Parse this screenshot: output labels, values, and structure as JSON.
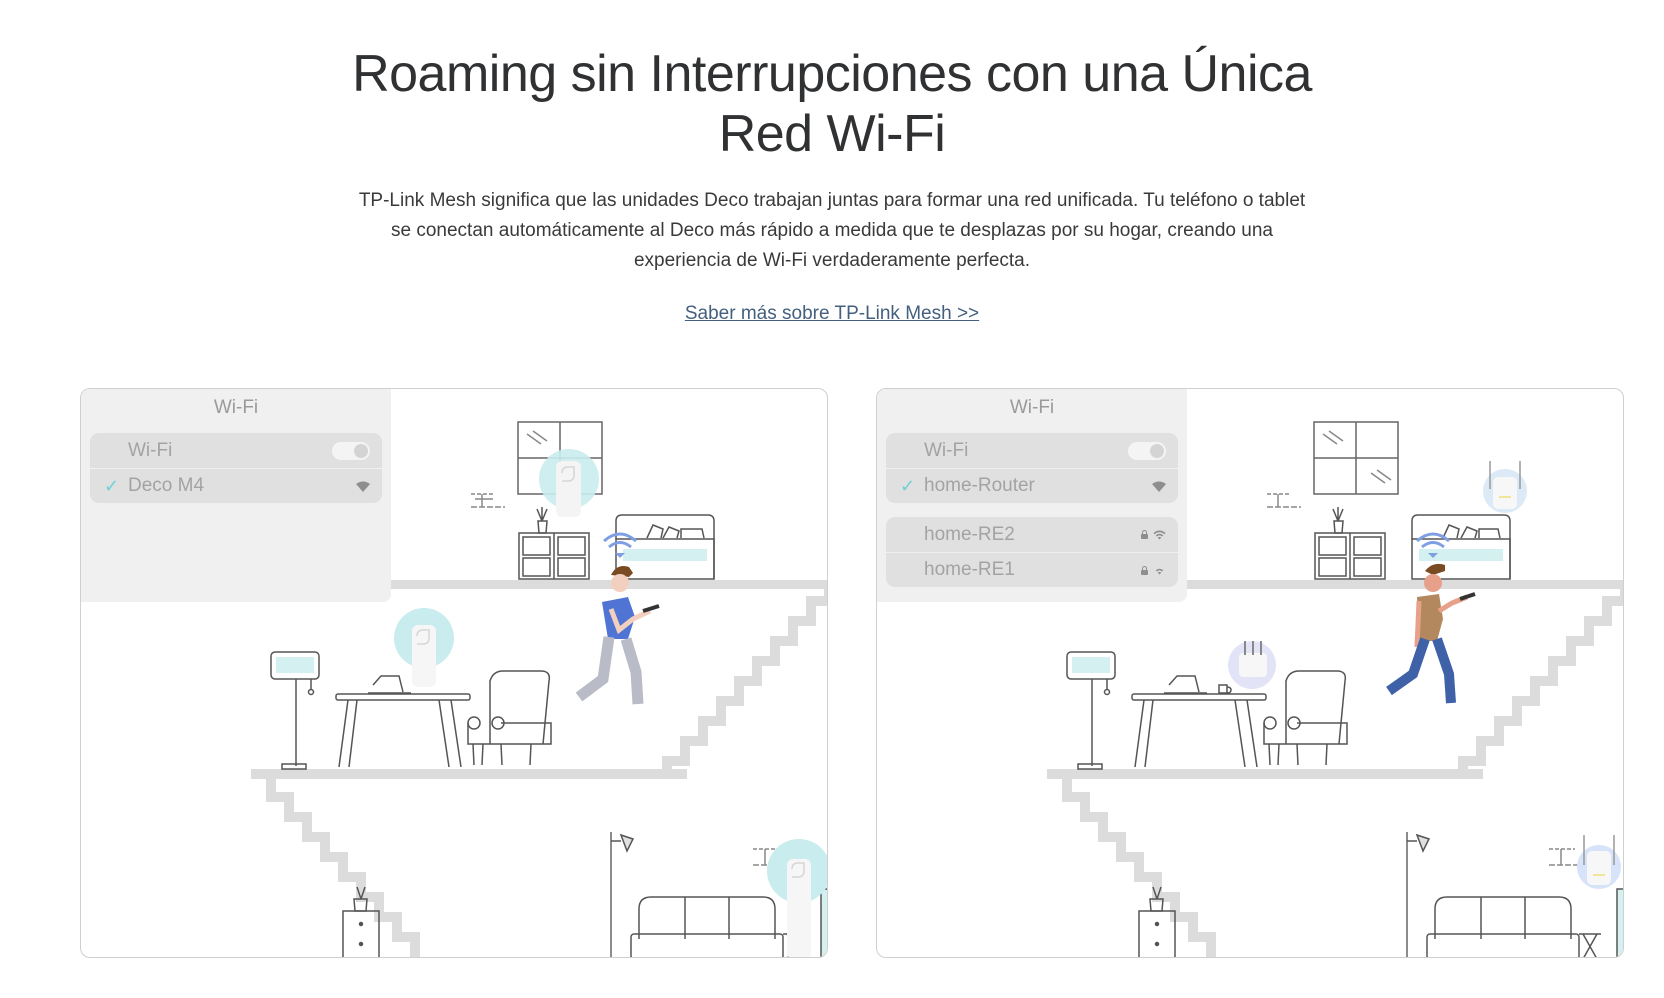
{
  "header": {
    "title_line1": "Roaming sin Interrupciones con una Única",
    "title_line2": "Red Wi-Fi",
    "description": "TP-Link Mesh significa que las unidades Deco trabajan juntas para formar una red unificada. Tu teléfono o tablet se conectan automáticamente al Deco más rápido a medida que te desplazas por su hogar, creando una experiencia de Wi-Fi verdaderamente perfecta.",
    "link_label": "Saber más sobre TP-Link Mesh >>"
  },
  "colors": {
    "link": "#44607f",
    "check": "#6fd0d6",
    "deco_glow": "#bfe9ec",
    "extender_glow": "#cfe0f7",
    "router_glow": "#dcdcf7",
    "floor": "#dcdcdc",
    "shirt_left": "#4f74d4",
    "shirt_right": "#b4885f",
    "pants_right": "#3e61a8"
  },
  "cards": [
    {
      "id": "deco",
      "wifi_panel": {
        "title": "Wi-Fi",
        "groups": [
          [
            {
              "label": "Wi-Fi",
              "type": "toggle",
              "checked": false
            },
            {
              "label": "Deco M4",
              "type": "network",
              "checked": true,
              "lock": false,
              "signal": "full"
            }
          ]
        ]
      }
    },
    {
      "id": "traditional",
      "wifi_panel": {
        "title": "Wi-Fi",
        "groups": [
          [
            {
              "label": "Wi-Fi",
              "type": "toggle",
              "checked": false
            },
            {
              "label": "home-Router",
              "type": "network",
              "checked": true,
              "lock": false,
              "signal": "full"
            }
          ],
          [
            {
              "label": "home-RE2",
              "type": "network",
              "checked": false,
              "lock": true,
              "signal": "full"
            },
            {
              "label": "home-RE1",
              "type": "network",
              "checked": false,
              "lock": true,
              "signal": "low"
            }
          ]
        ]
      }
    }
  ],
  "icons": {
    "check": "✓"
  }
}
